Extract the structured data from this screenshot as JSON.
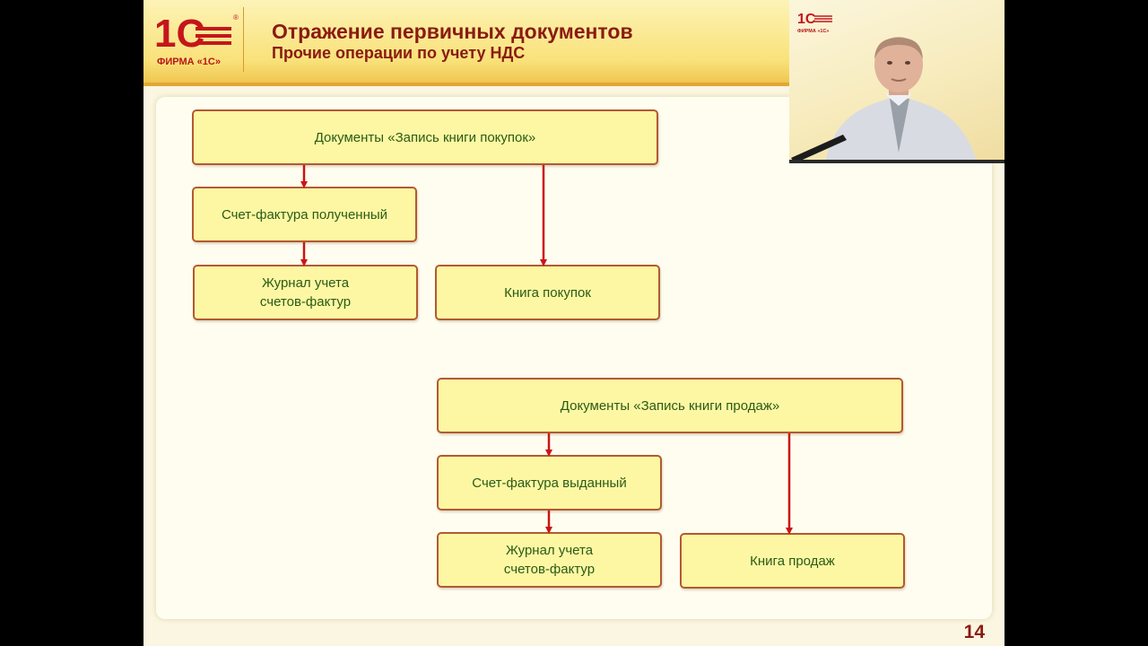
{
  "header": {
    "logo_text": "1С",
    "logo_firm": "ФИРМА «1С»",
    "title": "Отражение первичных документов",
    "subtitle": "Прочие операции по учету НДС"
  },
  "diagram": {
    "purchases": {
      "docs": "Документы «Запись книги покупок»",
      "invoice": "Счет-фактура полученный",
      "journal_line1": "Журнал учета",
      "journal_line2": "счетов-фактур",
      "book": "Книга покупок"
    },
    "sales": {
      "docs": "Документы «Запись книги продаж»",
      "invoice": "Счет-фактура выданный",
      "journal_line1": "Журнал учета",
      "journal_line2": "счетов-фактур",
      "book": "Книга продаж"
    }
  },
  "video": {
    "logo_text": "1С",
    "logo_firm": "ФИРМА «1С»"
  },
  "page_number": "14",
  "colors": {
    "node_fill": "#fdf7a3",
    "node_border": "#b25a32",
    "node_text": "#2b5b16",
    "arrow": "#cc1414",
    "title": "#8a1b12"
  }
}
